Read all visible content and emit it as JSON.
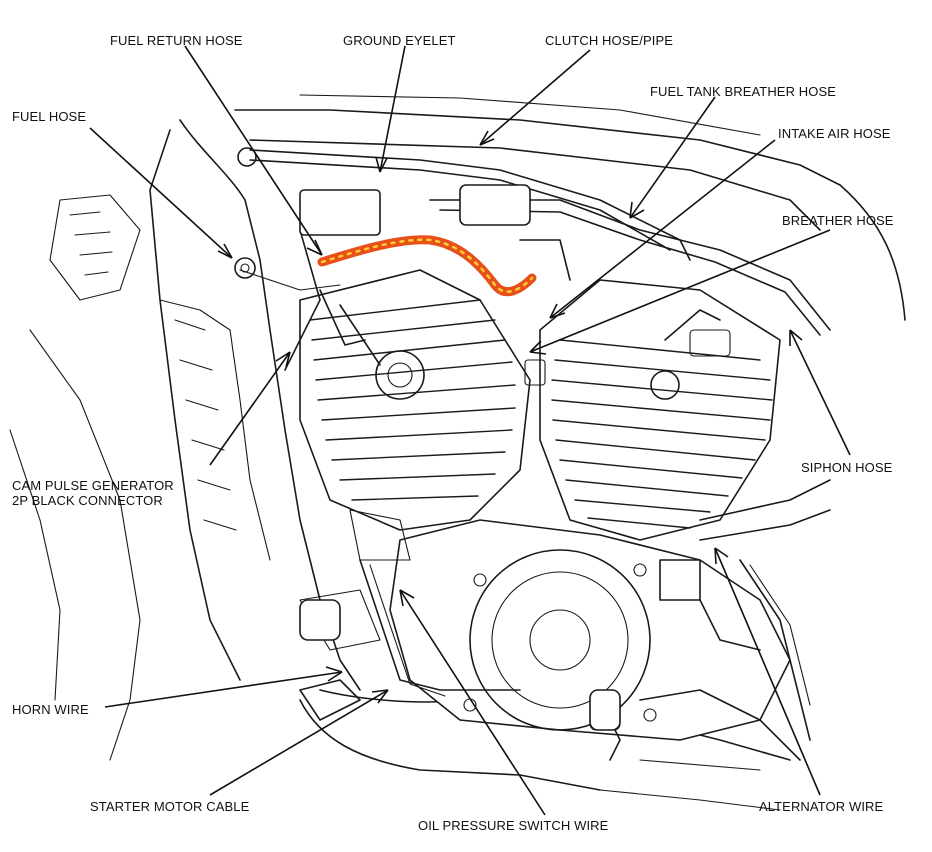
{
  "figure": {
    "highlight_color": "#e8501a",
    "line_color": "#1a1a1a",
    "callouts": [
      {
        "id": "fuel-return-hose",
        "text": "FUEL RETURN HOSE"
      },
      {
        "id": "ground-eyelet",
        "text": "GROUND EYELET"
      },
      {
        "id": "clutch-hose-pipe",
        "text": "CLUTCH HOSE/PIPE"
      },
      {
        "id": "fuel-hose",
        "text": "FUEL HOSE"
      },
      {
        "id": "fuel-tank-breather-hose",
        "text": "FUEL TANK BREATHER HOSE"
      },
      {
        "id": "intake-air-hose",
        "text": "INTAKE AIR HOSE"
      },
      {
        "id": "breather-hose",
        "text": "BREATHER HOSE"
      },
      {
        "id": "cam-pulse-generator",
        "lines": [
          "CAM PULSE GENERATOR",
          "2P BLACK CONNECTOR"
        ]
      },
      {
        "id": "siphon-hose",
        "text": "SIPHON HOSE"
      },
      {
        "id": "horn-wire",
        "text": "HORN WIRE"
      },
      {
        "id": "starter-motor-cable",
        "text": "STARTER MOTOR CABLE"
      },
      {
        "id": "alternator-wire",
        "text": "ALTERNATOR WIRE"
      },
      {
        "id": "oil-pressure-switch-wire",
        "text": "OIL PRESSURE SWITCH WIRE"
      }
    ]
  }
}
